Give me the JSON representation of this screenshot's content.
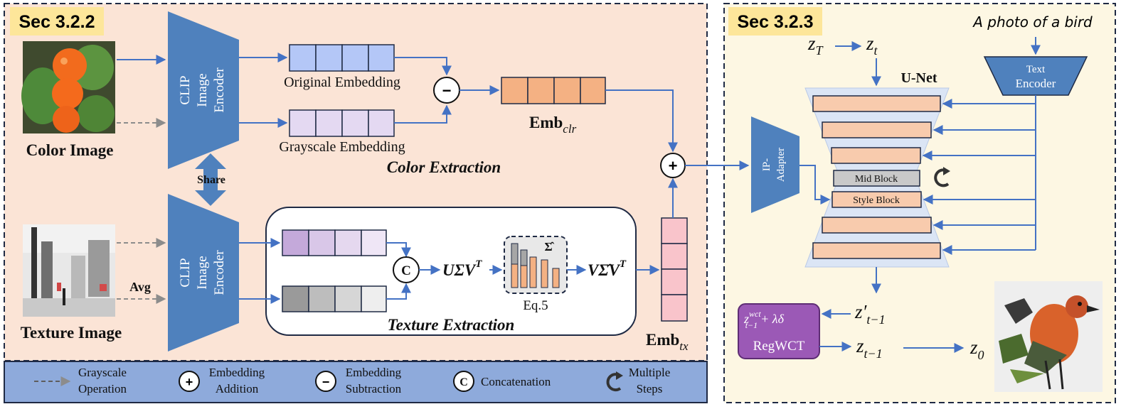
{
  "sections": {
    "left_tag": "Sec 3.2.2",
    "right_tag": "Sec 3.2.3"
  },
  "inputs": {
    "color_image_label": "Color Image",
    "texture_image_label": "Texture Image",
    "avg_label": "Avg",
    "share_label": "Share"
  },
  "encoders": {
    "clip_line1": "CLIP",
    "clip_line2": "Image",
    "clip_line3": "Encoder"
  },
  "color_branch": {
    "original_embedding": "Original Embedding",
    "grayscale_embedding": "Grayscale Embedding",
    "title": "Color Extraction",
    "emb_main": "Emb",
    "emb_sub": "clr"
  },
  "texture_branch": {
    "title": "Texture Extraction",
    "svd_main": "UΣV",
    "svd_sup": "T",
    "sigma_hat": "Σ̂",
    "eq_label": "Eq.5",
    "recon_main": "VΣ̂V",
    "recon_sup": "T",
    "emb_main": "Emb",
    "emb_sub": "tx"
  },
  "ops": {
    "subtract": "−",
    "add": "+",
    "concat": "C"
  },
  "unet": {
    "z_T": "z",
    "z_T_sub": "T",
    "z_t": "z",
    "z_t_sub": "t",
    "prompt": "A photo of a bird",
    "text_encoder_line1": "Text",
    "text_encoder_line2": "Encoder",
    "unet_label": "U-Net",
    "ip_adapter_line1": "IP-",
    "ip_adapter_line2": "Adapter",
    "mid_block": "Mid Block",
    "style_block": "Style Block",
    "z_prime": "z′",
    "z_prime_sub": "t−1",
    "regwct_formula_z": "z",
    "regwct_formula_sup": "wct",
    "regwct_formula_sub": "t−1",
    "regwct_formula_rest": "+ λδ",
    "regwct_label": "RegWCT",
    "z_t1": "z",
    "z_t1_sub": "t−1",
    "z_0": "z",
    "z_0_sub": "0"
  },
  "legend": {
    "grayscale_line1": "Grayscale",
    "grayscale_line2": "Operation",
    "addition_line1": "Embedding",
    "addition_line2": "Addition",
    "subtraction_line1": "Embedding",
    "subtraction_line2": "Subtraction",
    "concat_label": "Concatenation",
    "multiple_line1": "Multiple",
    "multiple_line2": "Steps"
  },
  "colors": {
    "accent_blue": "#4472c4",
    "encoder_fill": "#4f81bd",
    "left_panel": "#fbe4d6",
    "right_panel": "#fdf7e3",
    "tag_yellow": "#fde69a",
    "legend_fill": "#8eaadb",
    "emb_clr": "#f4b183",
    "emb_tx": "#f9c4cb",
    "regwct": "#9b59b6"
  }
}
